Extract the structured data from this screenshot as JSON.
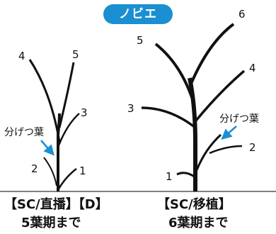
{
  "title": "ノビエ",
  "left_plant": {
    "leaf_numbers": [
      "1",
      "2",
      "3",
      "4",
      "5"
    ],
    "tiller_label": "分げつ葉",
    "caption_line1": "【SC/直播】【D】",
    "caption_line2": "5葉期まで"
  },
  "right_plant": {
    "leaf_numbers": [
      "1",
      "2",
      "3",
      "4",
      "5",
      "6"
    ],
    "tiller_label": "分げつ葉",
    "caption_line1": "【SC/移植】",
    "caption_line2": "6葉期まで"
  },
  "colors": {
    "title_bg": "#1a8fd1",
    "arrow": "#1a8fd1",
    "plant": "#111111",
    "ground": "#555555"
  }
}
